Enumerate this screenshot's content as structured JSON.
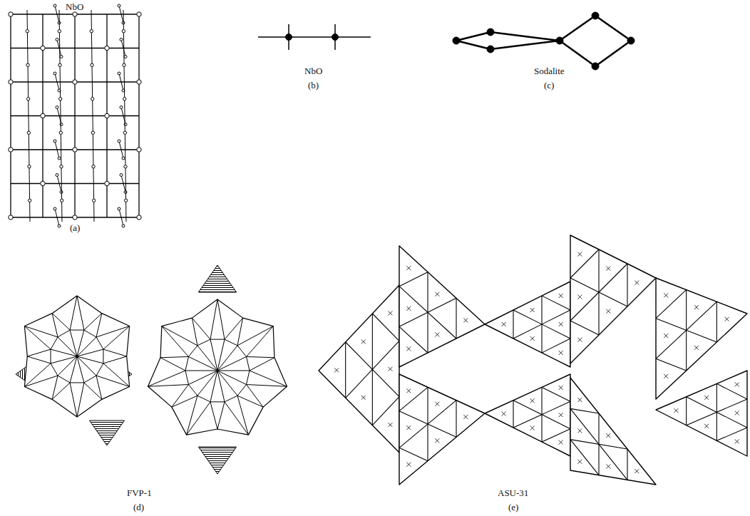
{
  "diagram": {
    "labels": [
      "NbO",
      "(a)",
      "NbO",
      "(b)",
      "Sodalite",
      "(c)",
      "FVP-1",
      "(d)",
      "ASU-31",
      "(e)"
    ]
  }
}
